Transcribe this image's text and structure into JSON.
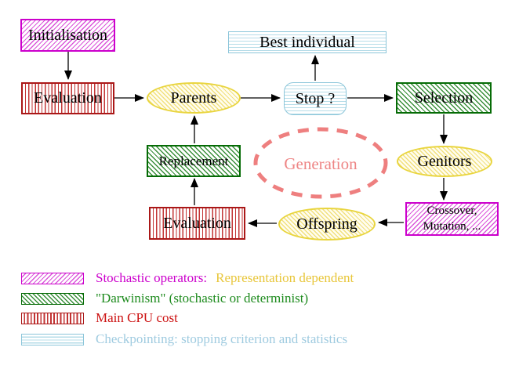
{
  "diagram": {
    "nodes": {
      "initialisation": {
        "label": "Initialisation"
      },
      "evaluation_top": {
        "label": "Evaluation"
      },
      "parents": {
        "label": "Parents"
      },
      "best_individual": {
        "label": "Best individual"
      },
      "stop": {
        "label": "Stop ?"
      },
      "selection": {
        "label": "Selection"
      },
      "genitors": {
        "label": "Genitors"
      },
      "crossover_mutation": {
        "line1": "Crossover,",
        "line2": "Mutation, ..."
      },
      "replacement": {
        "label": "Replacement"
      },
      "evaluation_bottom": {
        "label": "Evaluation"
      },
      "offspring": {
        "label": "Offspring"
      },
      "generation": {
        "label": "Generation"
      }
    },
    "arrows": [
      "initialisation-to-evaluation",
      "evaluation-to-parents",
      "parents-to-stop",
      "stop-to-best-individual",
      "stop-to-selection",
      "selection-to-genitors",
      "genitors-to-crossover",
      "crossover-to-offspring",
      "offspring-to-evaluation",
      "evaluation-to-replacement",
      "replacement-to-parents"
    ]
  },
  "legend": {
    "stochastic": {
      "label": "Stochastic operators:",
      "label2": "Representation dependent"
    },
    "darwinism": {
      "label": "\"Darwinism\" (stochastic or determinist)"
    },
    "cpu": {
      "label": "Main CPU cost"
    },
    "checkpointing": {
      "label": "Checkpointing: stopping criterion and statistics"
    }
  },
  "colors": {
    "magenta": "#cc00cc",
    "green_hatch": "#3a8f3a",
    "green_border": "#056b05",
    "green_text": "#1e8b1e",
    "red_stripe": "#c23535",
    "red_border": "#aa1818",
    "red_text": "#cc1111",
    "cyan_stripe": "#b5dce8",
    "cyan_border": "#8cc6da",
    "cyan_text": "#9fcbe0",
    "yellow_border": "#e9d53f",
    "yellow_hatch": "#f1e07e",
    "gold_text": "#e8c63a",
    "salmon": "#ee8585",
    "arrow": "#000000"
  }
}
